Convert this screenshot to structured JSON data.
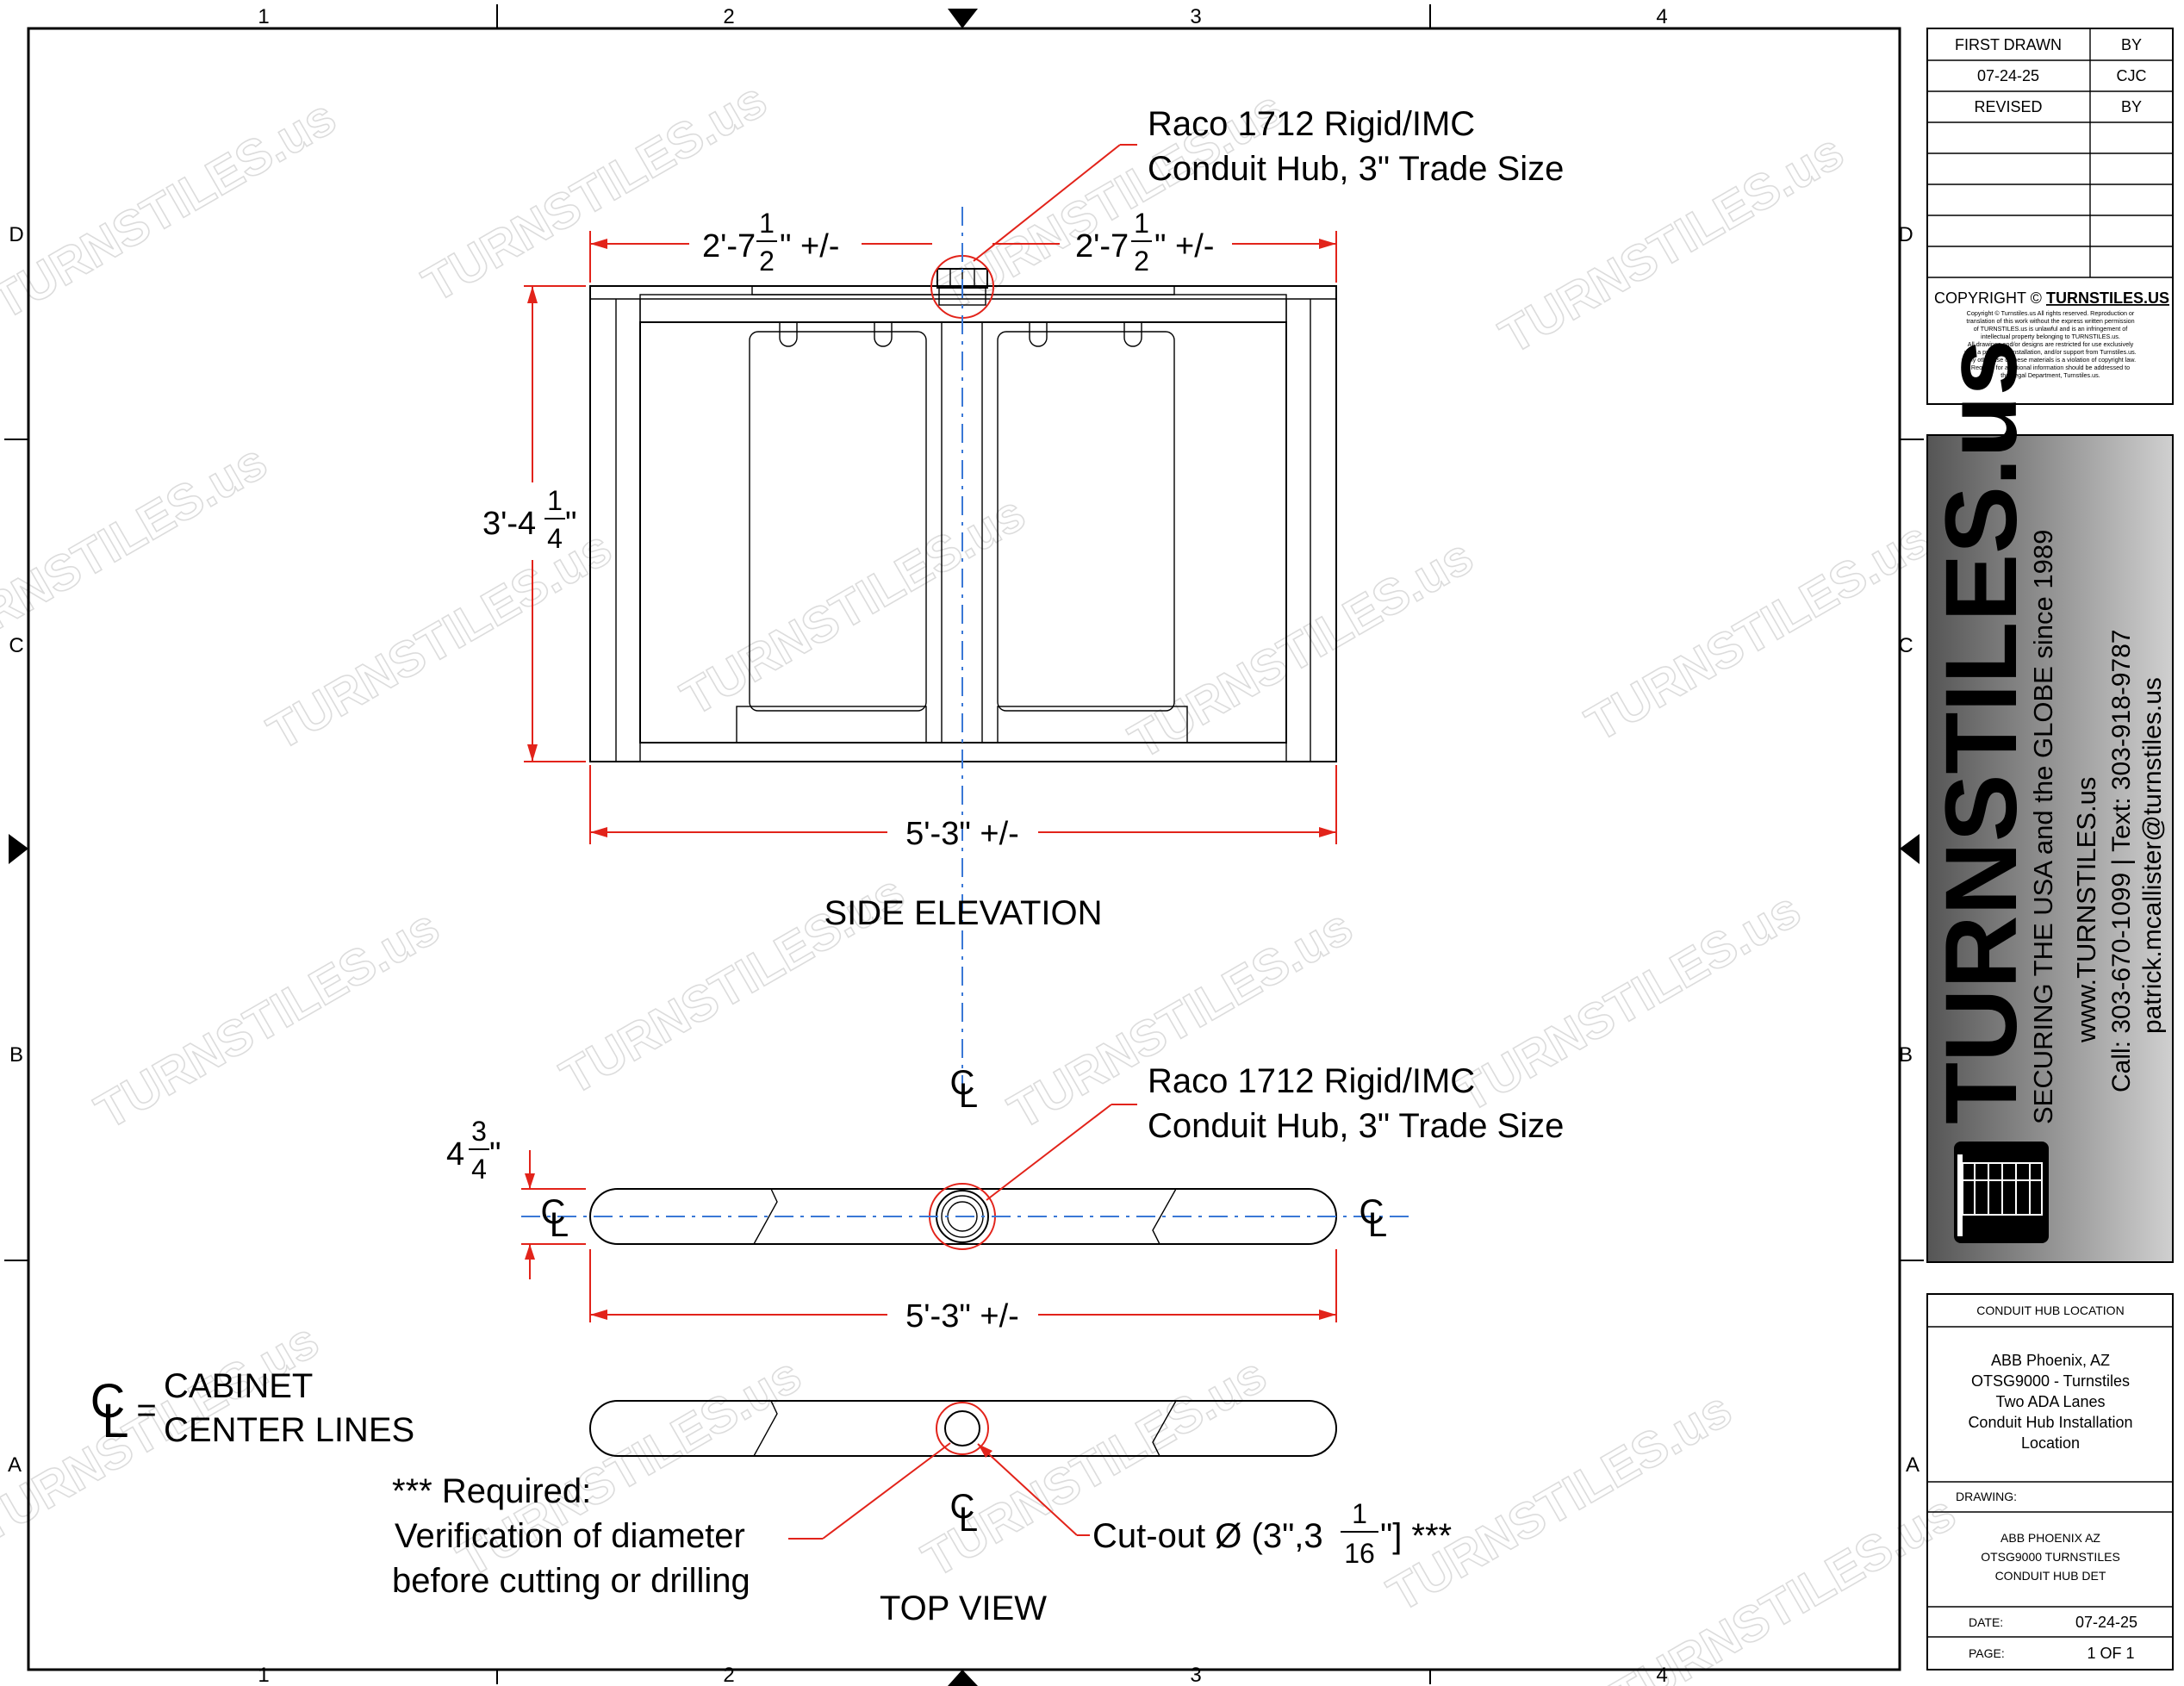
{
  "zones": {
    "columns": [
      "1",
      "2",
      "3",
      "4"
    ],
    "rows": [
      "D",
      "C",
      "B",
      "A"
    ]
  },
  "watermark": "TURNSTILES.us",
  "side_elevation": {
    "title": "SIDE ELEVATION",
    "hub_callout": [
      "Raco 1712 Rigid/IMC",
      "Conduit Hub, 3\" Trade Size"
    ],
    "dim_left": {
      "whole": "2'-7",
      "num": "1",
      "den": "2",
      "suffix": "\" +/-"
    },
    "dim_right": {
      "whole": "2'-7",
      "num": "1",
      "den": "2",
      "suffix": "\" +/-"
    },
    "dim_height": {
      "whole": "3'-4",
      "num": "1",
      "den": "4",
      "suffix": "\""
    },
    "dim_width": "5'-3\" +/-"
  },
  "plan_view": {
    "hub_callout": [
      "Raco 1712 Rigid/IMC",
      "Conduit Hub, 3\" Trade Size"
    ],
    "dim_depth": {
      "whole": "4",
      "num": "3",
      "den": "4",
      "suffix": "\""
    },
    "dim_width": "5'-3\" +/-"
  },
  "centerline_symbol": {
    "c": "C",
    "l": "L"
  },
  "legend": {
    "equals": "=",
    "line1": "CABINET",
    "line2": "CENTER LINES"
  },
  "top_view": {
    "title": "TOP VIEW",
    "required_note": [
      "*** Required:",
      "Verification of diameter",
      "before cutting or drilling"
    ],
    "cutout": {
      "prefix": "Cut-out Ø (3\",3",
      "num": "1",
      "den": "16",
      "suffix": "\"] ***"
    }
  },
  "title_block": {
    "first_drawn_label": "FIRST DRAWN",
    "by_label": "BY",
    "first_drawn_date": "07-24-25",
    "first_drawn_by": "CJC",
    "revised_label": "REVISED",
    "revised_by_label": "BY",
    "copyright_prefix": "COPYRIGHT © ",
    "copyright_brand": "TURNSTILES.US",
    "copyright_text": [
      "Copyright © Turnstiles.us All rights reserved. Reproduction or",
      "translation of this work without the express written permission",
      "of TURNSTILES.us is unlawful and is an infringement of",
      "intellectual property belonging to TURNSTILES.us.",
      "All drawings and/or designs are restricted for use exclusively",
      "with a purchase, installation, and/or support from Turnstiles.us.",
      "Any other use of these materials is a violation of copyright law.",
      "Request for additional information should be addressed to",
      "the Legal Department, Turnstiles.us."
    ],
    "brand_name": "TURNSTILES.us",
    "tagline": "SECURING THE USA and the GLOBE since 1989",
    "website": "www.TURNSTILES.us",
    "phone": "Call: 303-670-1099  |  Text: 303-918-9787",
    "email": "patrick.mcallister@turnstiles.us",
    "section_label": "CONDUIT HUB LOCATION",
    "project_lines": [
      "ABB Phoenix, AZ",
      "OTSG9000 - Turnstiles",
      "Two ADA Lanes",
      "Conduit Hub Installation",
      "Location"
    ],
    "drawing_label": "DRAWING:",
    "drawing_lines": [
      "ABB PHOENIX AZ",
      "OTSG9000 TURNSTILES",
      "CONDUIT HUB DET"
    ],
    "date_label": "DATE:",
    "date_value": "07-24-25",
    "page_label": "PAGE:",
    "page_value": "1  OF  1"
  },
  "colors": {
    "dimension": "#e2231a",
    "centerline": "#3a78d6",
    "logo_gradient": [
      "#555555",
      "#d0d0d0"
    ]
  }
}
